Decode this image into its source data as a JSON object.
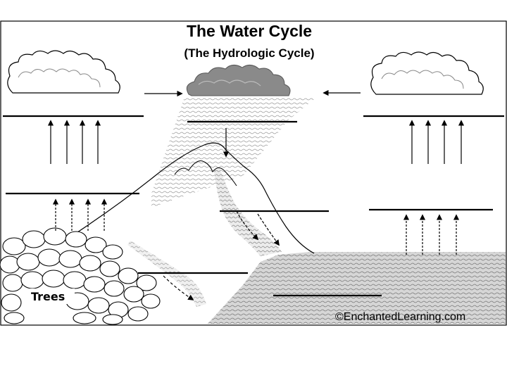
{
  "title": "The Water Cycle",
  "subtitle": "(The Hydrologic Cycle)",
  "trees_label": "Trees",
  "credit": "©EnchantedLearning.com",
  "colors": {
    "ink": "#000000",
    "background": "#ffffff",
    "cloud_gray": "#cfcfcf",
    "dark_cloud": "#8a8a8a"
  },
  "icons": [
    "cloud-icon",
    "rain-cloud-icon",
    "mountain-icon",
    "trees-icon",
    "ocean-icon",
    "arrow-up-icon",
    "arrow-right-icon",
    "arrow-left-icon",
    "arrow-down-icon"
  ],
  "blank_label_lines": [
    "upper-left",
    "upper-right",
    "rain",
    "mid-left",
    "mid-right",
    "runoff",
    "lower-left",
    "ocean"
  ]
}
